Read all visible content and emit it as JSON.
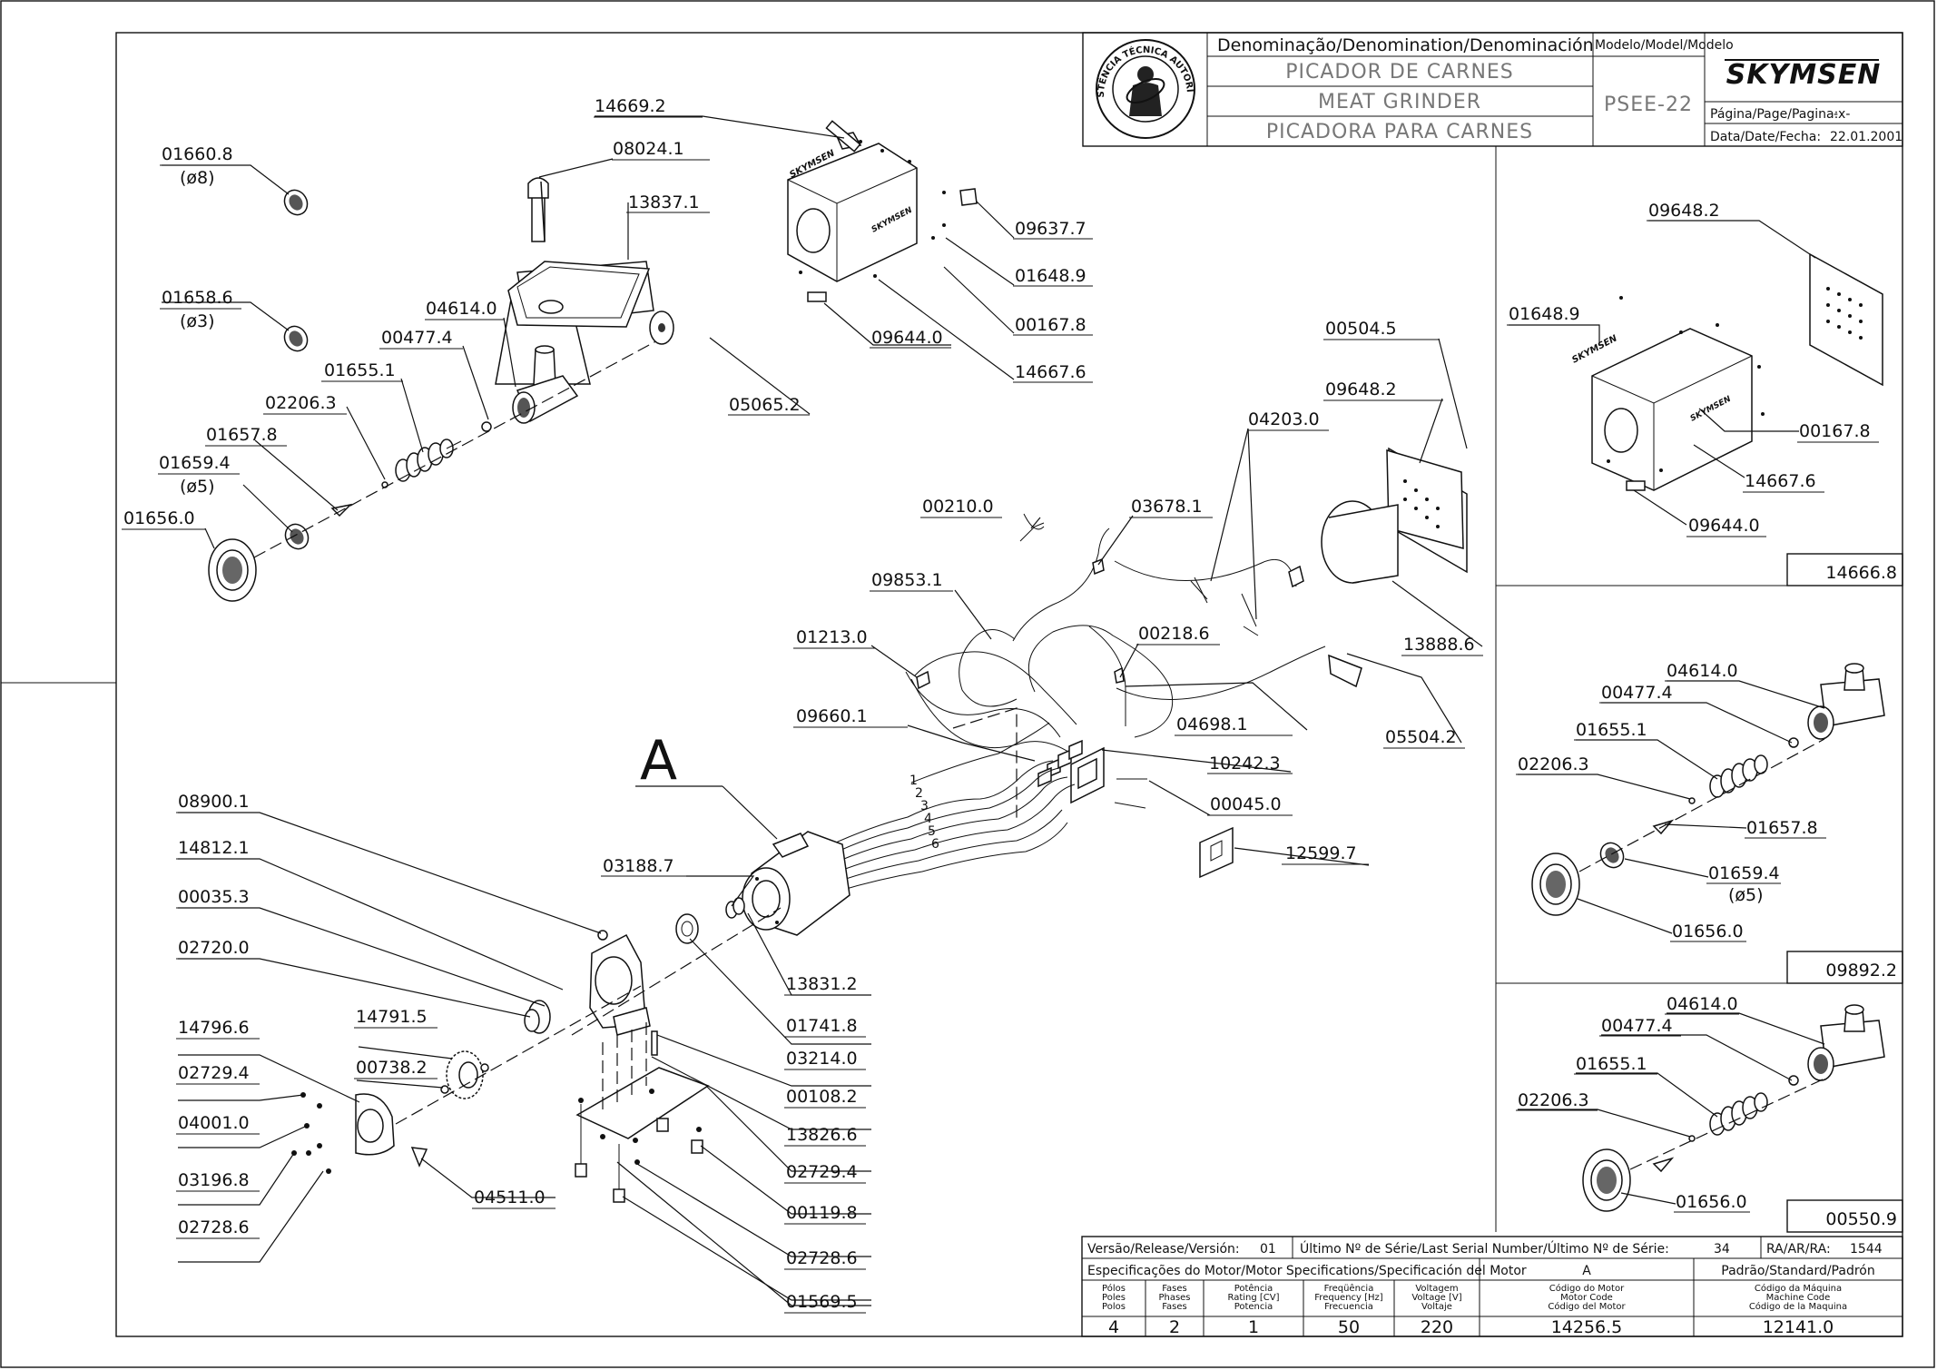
{
  "title_block": {
    "denomination_header": "Denominação/Denomination/Denominación",
    "model_header": "Modelo/Model/Modelo",
    "name_pt": "PICADOR DE CARNES",
    "name_en": "MEAT GRINDER",
    "name_es": "PICADORA PARA CARNES",
    "model": "PSEE-22",
    "brand": "SKYMSEN",
    "page_label": "Página/Page/Pagina:",
    "page_value": "-x-",
    "date_label": "Data/Date/Fecha:",
    "date_value": "22.01.2001",
    "seal_text": "ASSISTÊNCIA TÉCNICA AUTORIZADA"
  },
  "main_labels": [
    {
      "id": "14669.2"
    },
    {
      "id": "08024.1"
    },
    {
      "id": "13837.1"
    },
    {
      "id": "01660.8",
      "sub": "(ø8)"
    },
    {
      "id": "01658.6",
      "sub": "(ø3)"
    },
    {
      "id": "04614.0"
    },
    {
      "id": "00477.4"
    },
    {
      "id": "01655.1"
    },
    {
      "id": "02206.3"
    },
    {
      "id": "01657.8"
    },
    {
      "id": "01659.4",
      "sub": "(ø5)"
    },
    {
      "id": "01656.0"
    },
    {
      "id": "09637.7"
    },
    {
      "id": "01648.9"
    },
    {
      "id": "00167.8"
    },
    {
      "id": "14667.6"
    },
    {
      "id": "09644.0"
    },
    {
      "id": "05065.2"
    },
    {
      "id": "00504.5"
    },
    {
      "id": "09648.2"
    },
    {
      "id": "04203.0"
    },
    {
      "id": "03678.1"
    },
    {
      "id": "00210.0"
    },
    {
      "id": "09853.1"
    },
    {
      "id": "01213.0"
    },
    {
      "id": "00218.6"
    },
    {
      "id": "13888.6"
    },
    {
      "id": "04698.1"
    },
    {
      "id": "05504.2"
    },
    {
      "id": "09660.1"
    },
    {
      "id": "10242.3"
    },
    {
      "id": "00045.0"
    },
    {
      "id": "12599.7"
    },
    {
      "id": "08900.1"
    },
    {
      "id": "14812.1"
    },
    {
      "id": "00035.3"
    },
    {
      "id": "02720.0"
    },
    {
      "id": "03188.7"
    },
    {
      "id": "13831.2"
    },
    {
      "id": "01741.8"
    },
    {
      "id": "14796.6"
    },
    {
      "id": "14791.5"
    },
    {
      "id": "03214.0"
    },
    {
      "id": "02729.4"
    },
    {
      "id": "00738.2"
    },
    {
      "id": "00108.2"
    },
    {
      "id": "04001.0"
    },
    {
      "id": "13826.6"
    },
    {
      "id": "02729.4b",
      "text": "02729.4"
    },
    {
      "id": "03196.8"
    },
    {
      "id": "04511.0"
    },
    {
      "id": "00119.8"
    },
    {
      "id": "02728.6"
    },
    {
      "id": "02728.6b",
      "text": "02728.6"
    },
    {
      "id": "01569.5"
    }
  ],
  "section_mark": "A",
  "wire_numbers": [
    "1",
    "2",
    "3",
    "4",
    "5",
    "6"
  ],
  "panel_1": {
    "code": "14666.8",
    "labels": [
      "09648.2",
      "01648.9",
      "00167.8",
      "14667.6",
      "09644.0"
    ]
  },
  "panel_2": {
    "code": "09892.2",
    "labels": [
      "04614.0",
      "00477.4",
      "01655.1",
      "02206.3",
      "01657.8",
      "01659.4",
      "(ø5)",
      "01656.0"
    ]
  },
  "panel_3": {
    "code": "00550.9",
    "labels": [
      "04614.0",
      "00477.4",
      "01655.1",
      "02206.3",
      "01656.0"
    ]
  },
  "footer": {
    "release_label": "Versão/Release/Versión:",
    "release_value": "01",
    "serial_label": "Último Nº de Série/Last Serial Number/Último Nº de Série:",
    "serial_value": "34",
    "ra_label": "RA/AR/RA:",
    "ra_value": "1544",
    "motor_spec_label": "Especificações do Motor/Motor Specifications/Specificación del Motor",
    "a_label": "A",
    "standard_label": "Padrão/Standard/Padrón",
    "columns": [
      {
        "h1": "Pólos",
        "h2": "Poles",
        "h3": "Polos",
        "value": "4"
      },
      {
        "h1": "Fases",
        "h2": "Phases",
        "h3": "Fases",
        "value": "2"
      },
      {
        "h1": "Potência",
        "h2": "Rating [CV]",
        "h3": "Potencia",
        "value": "1"
      },
      {
        "h1": "Freqüência",
        "h2": "Frequency [Hz]",
        "h3": "Frecuencia",
        "value": "50"
      },
      {
        "h1": "Voltagem",
        "h2": "Voltage [V]",
        "h3": "Voltaje",
        "value": "220"
      },
      {
        "h1": "Código do Motor",
        "h2": "Motor Code",
        "h3": "Código del Motor",
        "value": "14256.5"
      },
      {
        "h1": "Código da Máquina",
        "h2": "Machine Code",
        "h3": "Código de la Maquina",
        "value": "12141.0"
      }
    ]
  }
}
